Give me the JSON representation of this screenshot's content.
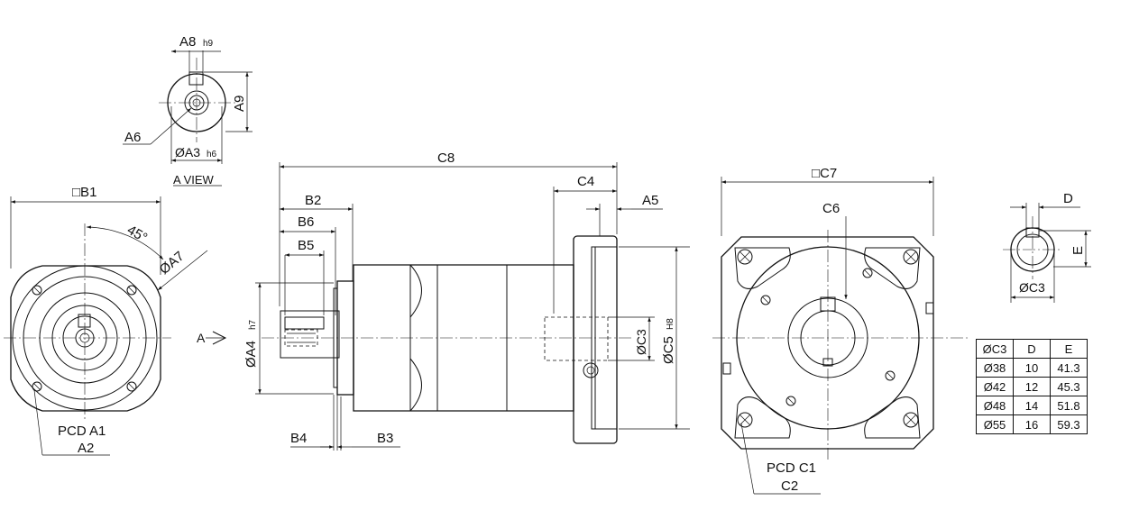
{
  "labels": {
    "a8": "A8",
    "h9": "h9",
    "a9": "A9",
    "a6": "A6",
    "a3": "ØA3",
    "h6": "h6",
    "a_view": "A VIEW",
    "b1": "□B1",
    "angle": "45°",
    "a7": "ØA7",
    "pcd_a1": "PCD A1",
    "a2": "A2",
    "c8": "C8",
    "c4": "C4",
    "a5": "A5",
    "b2": "B2",
    "b6": "B6",
    "b5": "B5",
    "a4": "ØA4",
    "h7": "h7",
    "a_arrow": "A",
    "c3": "ØC3",
    "c5": "ØC5",
    "h8": "H8",
    "b4": "B4",
    "b3": "B3",
    "c7": "□C7",
    "c6": "C6",
    "pcd_c1": "PCD C1",
    "c2": "C2",
    "d": "D",
    "e": "E",
    "c3_detail": "ØC3"
  },
  "table": {
    "headers": [
      "ØC3",
      "D",
      "E"
    ],
    "rows": [
      [
        "Ø38",
        "10",
        "41.3"
      ],
      [
        "Ø42",
        "12",
        "45.3"
      ],
      [
        "Ø48",
        "14",
        "51.8"
      ],
      [
        "Ø55",
        "16",
        "59.3"
      ]
    ]
  }
}
